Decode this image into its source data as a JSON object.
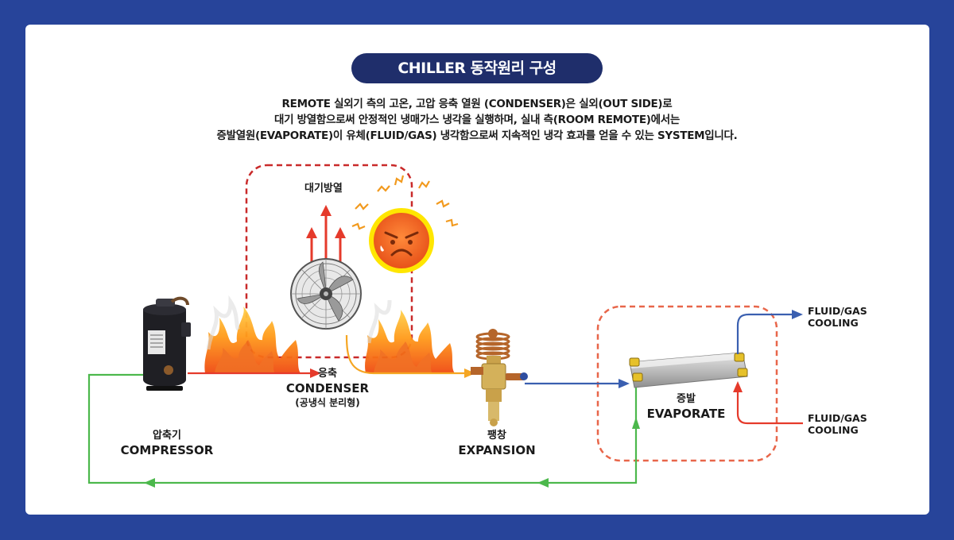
{
  "title": "CHILLER 동작원리 구성",
  "description": [
    "REMOTE 실외기 측의 고온, 고압 응축 열원 (CONDENSER)은 실외(OUT SIDE)로",
    "대기 방열함으로써 안정적인 냉매가스 냉각을 실행하며, 실내 측(ROOM REMOTE)에서는",
    "증발열원(EVAPORATE)이 유체(FLUID/GAS) 냉각함으로써 지속적인 냉각 효과를 얻을 수 있는 SYSTEM입니다."
  ],
  "heat_release_label": "대기방열",
  "compressor": {
    "ko": "압축기",
    "en": "COMPRESSOR"
  },
  "condenser": {
    "ko": "응축",
    "en": "CONDENSER",
    "sub": "(공냉식 분리형)"
  },
  "expansion": {
    "ko": "팽창",
    "en": "EXPANSION"
  },
  "evaporator": {
    "ko": "증발",
    "en": "EVAPORATE"
  },
  "fluid_out": {
    "line1": "FLUID/GAS",
    "line2": "COOLING"
  },
  "fluid_in": {
    "line1": "FLUID/GAS",
    "line2": "COOLING"
  },
  "colors": {
    "background": "#27449a",
    "title_pill": "#1f2e6b",
    "hot_line": "#e53a2b",
    "hot_line_orange": "#f5a623",
    "return_line": "#4cb84c",
    "cold_line": "#3a5fb0",
    "condenser_box": "#c92a2a",
    "evaporator_box": "#e8664a",
    "sun": "#f26522",
    "sun_ring": "#ffe600"
  },
  "icons": [
    "compressor-icon",
    "fan-icon",
    "angry-sun-icon",
    "expansion-valve-icon",
    "plate-heat-exchanger-icon",
    "flame-icon"
  ]
}
